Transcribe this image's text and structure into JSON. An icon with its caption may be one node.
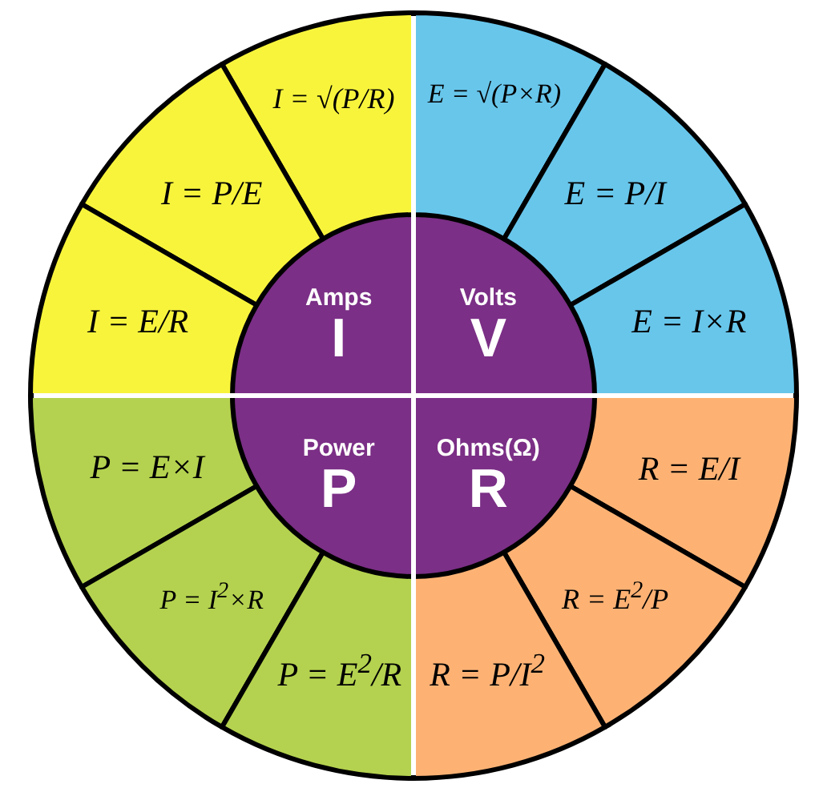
{
  "diagram": {
    "nodes": [
      {
        "text": [
          "Amps",
          "I"
        ]
      },
      {
        "text": [
          "Volts",
          "V"
        ]
      },
      {
        "text": [
          "Power",
          "P"
        ]
      },
      {
        "text": [
          "Ohms(Ω)",
          "R"
        ]
      },
      {
        "text": [
          "I = √(P/R)"
        ]
      },
      {
        "text": [
          "I = P/E"
        ]
      },
      {
        "text": [
          "I = E/R"
        ]
      },
      {
        "text": [
          "E = √(P×R)"
        ]
      },
      {
        "text": [
          "E = P/I"
        ]
      },
      {
        "text": [
          "E = I×R"
        ]
      },
      {
        "text": [
          "P = E×I"
        ]
      },
      {
        "text": [
          "P = I$^{2}$×R"
        ]
      },
      {
        "text": [
          "P = E$^{2}$/R"
        ]
      },
      {
        "text": [
          "R = E/I"
        ]
      },
      {
        "text": [
          "R = E$^{2}$/P"
        ]
      },
      {
        "text": [
          "R = P/I$^{2}$"
        ]
      }
    ]
  }
}
